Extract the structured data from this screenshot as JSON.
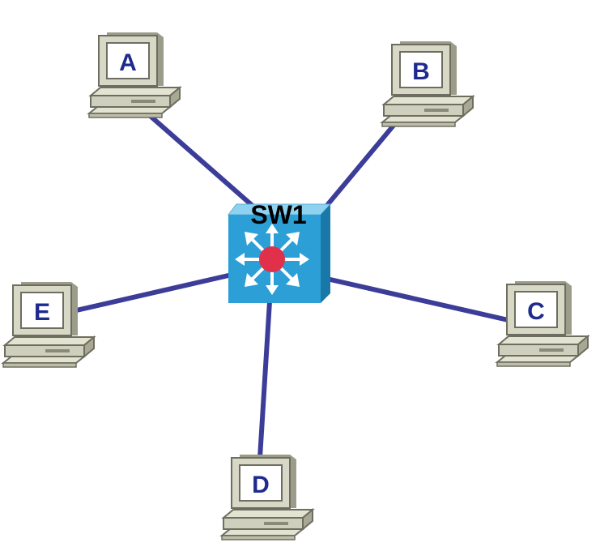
{
  "switch": {
    "label": "SW1"
  },
  "hosts": [
    {
      "id": "pc-a",
      "label": "A"
    },
    {
      "id": "pc-b",
      "label": "B"
    },
    {
      "id": "pc-c",
      "label": "C"
    },
    {
      "id": "pc-d",
      "label": "D"
    },
    {
      "id": "pc-e",
      "label": "E"
    }
  ],
  "colors": {
    "link": "#3b3d99",
    "switch_body": "#2b9fd6",
    "switch_top": "#8fd2f0",
    "switch_side": "#1a78a8",
    "switch_core": "#e0304a",
    "pc_body": "#d8d8c6",
    "pc_screen": "#ffffff",
    "pc_label": "#1f2a8f"
  }
}
